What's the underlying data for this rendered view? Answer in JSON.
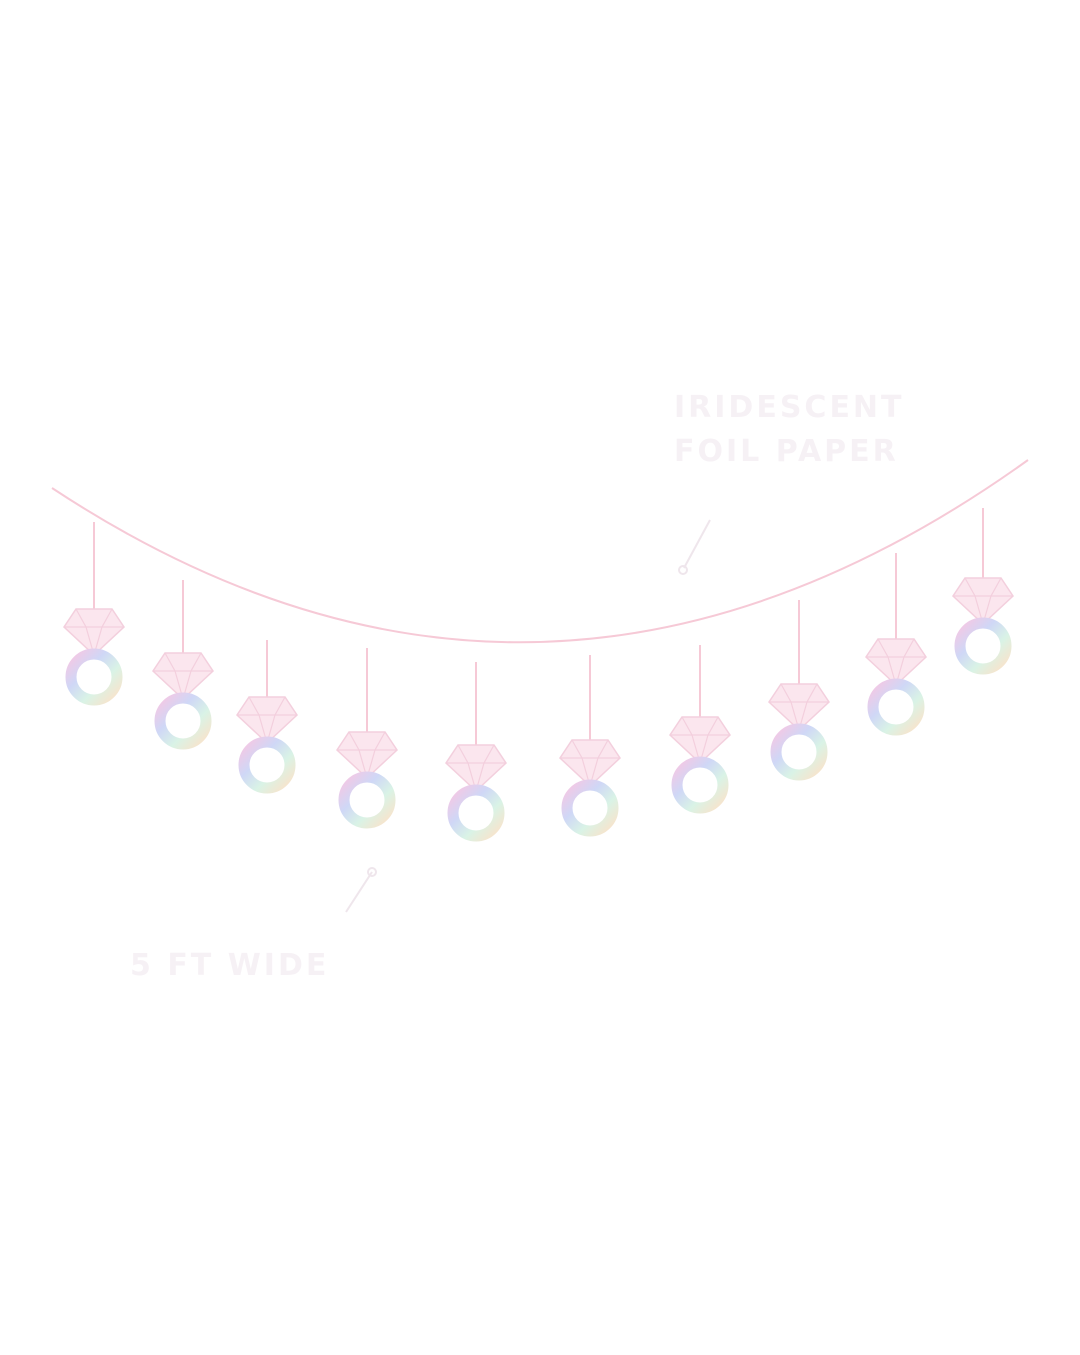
{
  "annotations": {
    "material_line1": "IRIDESCENT",
    "material_line2": "FOIL PAPER",
    "size": "5 FT WIDE"
  },
  "garland": {
    "charm": "diamond-ring",
    "charm_count": 10
  },
  "colors": {
    "background": "#ffffff",
    "string": "#f6c9d6",
    "diamond_fill": "#fbe6ee",
    "diamond_facet": "#f3cfdd",
    "ring_pink": "#f6c7e3",
    "ring_lavender": "#cfd7f6",
    "ring_mint": "#d9f3e6",
    "ring_peach": "#fbe2c9",
    "caption_text": "#f6f1f5",
    "leader_line": "#efe6ec"
  }
}
